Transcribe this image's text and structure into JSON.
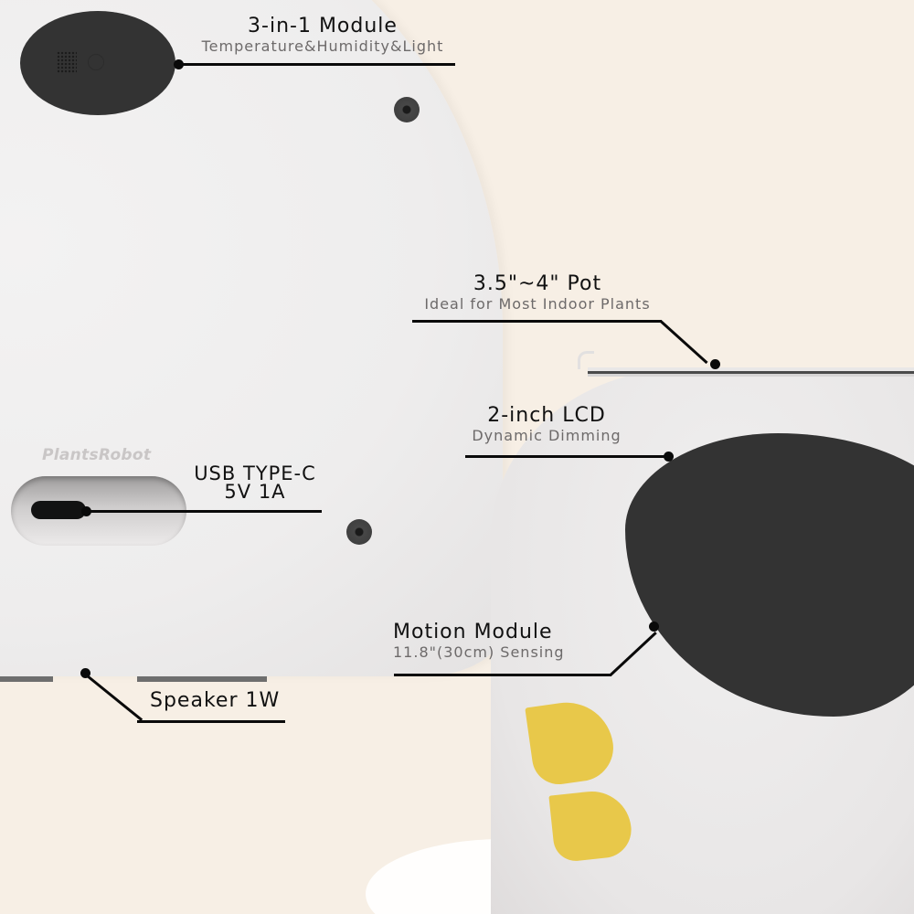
{
  "product": {
    "brand_logo": "PlantsRobot",
    "colors": {
      "background": "#f7efe5",
      "device_body": "#eeeded",
      "dark_panel": "#333333",
      "accent_yellow": "#e8c84a",
      "callout_line": "#0a0a0a",
      "subtitle_text": "#6d6a6a"
    }
  },
  "callouts": [
    {
      "id": "sensor",
      "title": "3-in-1 Module",
      "subtitle": "Temperature&Humidity&Light"
    },
    {
      "id": "pot",
      "title": "3.5\"~4\" Pot",
      "subtitle": "Ideal for Most Indoor Plants"
    },
    {
      "id": "lcd",
      "title": "2-inch LCD",
      "subtitle": "Dynamic Dimming"
    },
    {
      "id": "usb",
      "title": "USB TYPE-C",
      "subtitle": "5V 1A"
    },
    {
      "id": "motion",
      "title": "Motion Module",
      "subtitle": "11.8\"(30cm) Sensing"
    },
    {
      "id": "speaker",
      "title": "Speaker 1W",
      "subtitle": ""
    }
  ]
}
